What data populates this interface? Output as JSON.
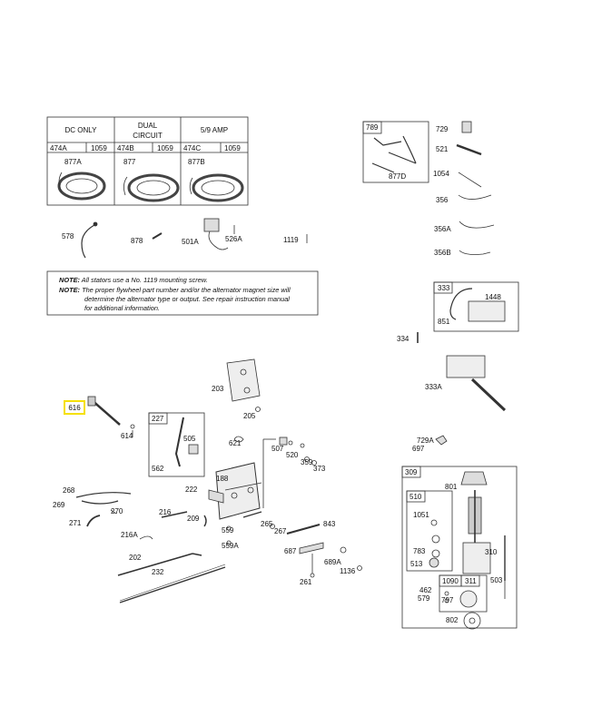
{
  "table": {
    "headers": [
      "DC ONLY",
      "DUAL\nCIRCUIT",
      "5/9 AMP"
    ],
    "row": [
      "474A",
      "1059",
      "474B",
      "1059",
      "474C",
      "1059"
    ],
    "sub": [
      "877A",
      "877",
      "877B"
    ]
  },
  "labels": {
    "l578": "578",
    "l878": "878",
    "l501A": "501A",
    "l526A": "526A",
    "l1119": "1119",
    "l789": "789",
    "l877D": "877D",
    "l729": "729",
    "l521": "521",
    "l1054": "1054",
    "l356": "356",
    "l356A": "356A",
    "l356B": "356B",
    "l333": "333",
    "l1448": "1448",
    "l851": "851",
    "l334": "334",
    "l333A": "333A",
    "l616": "616",
    "l614": "614",
    "l203": "203",
    "l205": "205",
    "l227": "227",
    "l505": "505",
    "l562": "562",
    "l621": "621",
    "l507": "507",
    "l520": "520",
    "l359": "359",
    "l373": "373",
    "l729A": "729A",
    "l697": "697",
    "l188": "188",
    "l222": "222",
    "l268": "268",
    "l269": "269",
    "l271": "271",
    "l270": "270",
    "l216": "216",
    "l216A": "216A",
    "l209": "209",
    "l265": "265",
    "l267": "267",
    "l559": "559",
    "l559A": "559A",
    "l843": "843",
    "l202": "202",
    "l232": "232",
    "l687": "687",
    "l689A": "689A",
    "l1136": "1136",
    "l261": "261",
    "l309": "309",
    "l801": "801",
    "l510": "510",
    "l1051": "1051",
    "l783": "783",
    "l513": "513",
    "l310": "310",
    "l1090": "1090",
    "l311": "311",
    "l503": "503",
    "l462": "462",
    "l579": "579",
    "l797": "797",
    "l802": "802"
  },
  "note": {
    "line1_bold": "NOTE:",
    "line1": "All stators use a No. 1119 mounting screw.",
    "line2_bold": "NOTE:",
    "line2": "The proper flywheel part number and/or the alternator magnet size will",
    "line3": "determine the alternator type or output. See repair instruction manual",
    "line4": "for additional information."
  },
  "highlight": {
    "label": "616",
    "color": "#f5e000"
  }
}
